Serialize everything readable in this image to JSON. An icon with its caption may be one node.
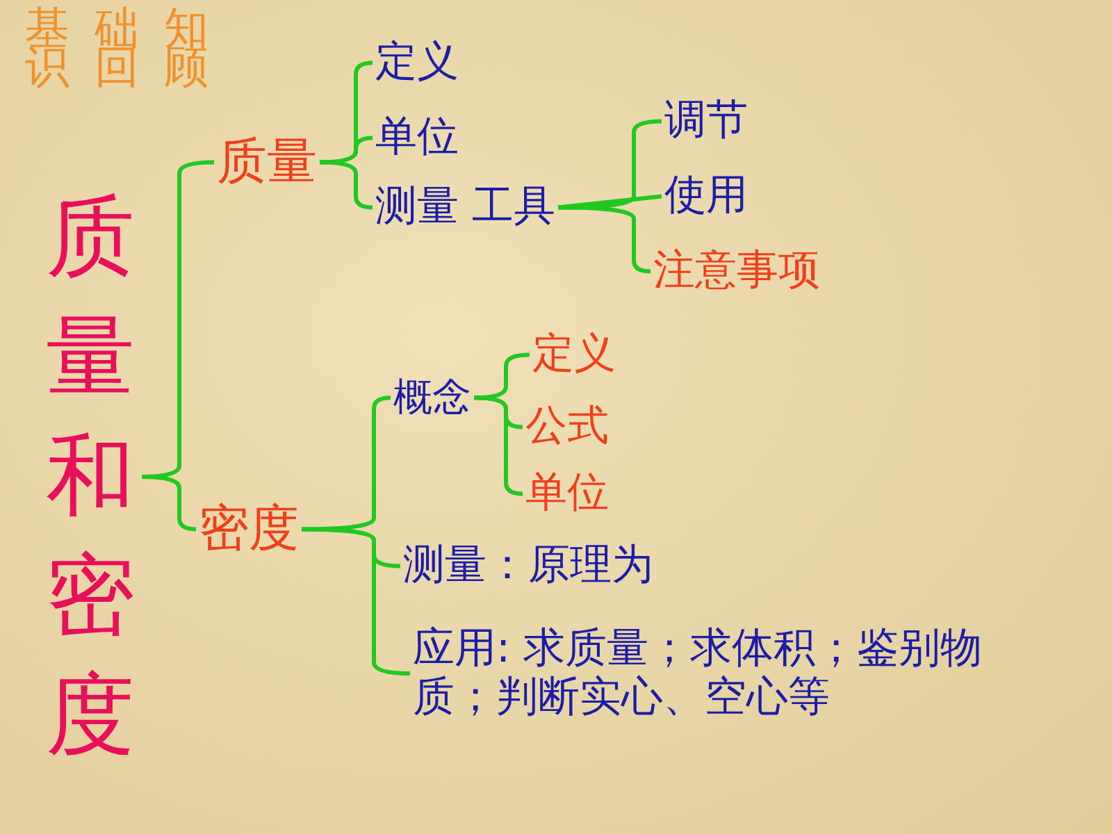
{
  "diagram": {
    "title": "基础知识回顾",
    "nodes": [
      {
        "text": [
          "质量和密度"
        ]
      },
      {
        "text": [
          "质量"
        ]
      },
      {
        "text": [
          "定义"
        ]
      },
      {
        "text": [
          "单位"
        ]
      },
      {
        "text": [
          "测量 工具"
        ]
      },
      {
        "text": [
          "调节"
        ]
      },
      {
        "text": [
          "使用"
        ]
      },
      {
        "text": [
          "注意事项"
        ]
      },
      {
        "text": [
          "密度"
        ]
      },
      {
        "text": [
          "概念"
        ]
      },
      {
        "text": [
          "定义"
        ]
      },
      {
        "text": [
          "公式"
        ]
      },
      {
        "text": [
          "单位"
        ]
      },
      {
        "text": [
          "测量：原理为"
        ]
      },
      {
        "text": [
          "应用: 求质量；求体积；鉴别物质；判断实心、空心等"
        ]
      }
    ],
    "edges": [
      {
        "from": 0,
        "to": 1,
        "arrow": "none"
      },
      {
        "from": 0,
        "to": 8,
        "arrow": "none"
      },
      {
        "from": 1,
        "to": 2,
        "arrow": "none"
      },
      {
        "from": 1,
        "to": 3,
        "arrow": "none"
      },
      {
        "from": 1,
        "to": 4,
        "arrow": "none"
      },
      {
        "from": 4,
        "to": 5,
        "arrow": "none"
      },
      {
        "from": 4,
        "to": 6,
        "arrow": "none"
      },
      {
        "from": 4,
        "to": 7,
        "arrow": "none"
      },
      {
        "from": 8,
        "to": 9,
        "arrow": "none"
      },
      {
        "from": 8,
        "to": 13,
        "arrow": "none"
      },
      {
        "from": 8,
        "to": 14,
        "arrow": "none"
      },
      {
        "from": 9,
        "to": 10,
        "arrow": "none"
      },
      {
        "from": 9,
        "to": 11,
        "arrow": "none"
      },
      {
        "from": 9,
        "to": 12,
        "arrow": "none"
      }
    ]
  }
}
